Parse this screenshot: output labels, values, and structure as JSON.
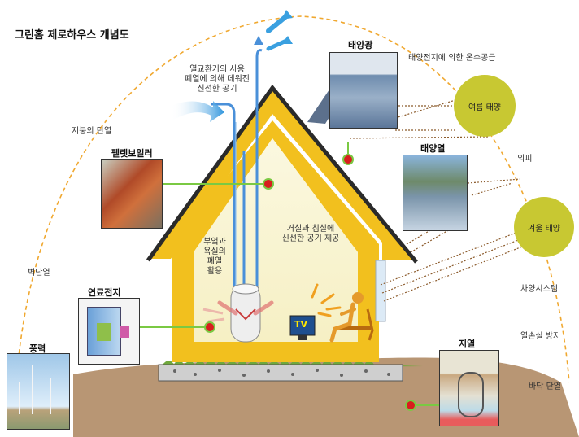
{
  "title": "그린홈 제로하우스 개념도",
  "labels": {
    "solar_pv": "태양광",
    "solar_pv_note": "태양전지에 의한 온수공급",
    "summer_sun": "여름 태양",
    "winter_sun": "겨울 태양",
    "outer_wall": "외피",
    "solar_thermal": "태양열",
    "pellet_boiler": "펠렛보일러",
    "roof_insulation": "지붕의 단열",
    "wall_insulation": "벽단열",
    "fuel_cell": "연료전지",
    "wind": "풍력",
    "geothermal": "지열",
    "shading": "차양시스템",
    "heat_loss": "열손실 방지",
    "floor_insulation": "바닥 단열",
    "exhaust_line1": "열교환기의 사용",
    "exhaust_line2": "폐열에 의해 데워진",
    "exhaust_line3": "신선한 공기",
    "living_line1": "거실과 침실에",
    "living_line2": "신선한 공기 제공",
    "kitchen_line1": "부엌과",
    "kitchen_line2": "욕실의",
    "kitchen_line3": "폐열",
    "kitchen_line4": "활용",
    "tv": "TV"
  },
  "colors": {
    "house_frame": "#f2c01e",
    "roof_edge": "#2a2a2a",
    "sun": "#c8c832",
    "arc": "#f0a830",
    "ground": "#b89674",
    "connector": "#7ac943",
    "dot": "#d81e1e",
    "air_blue": "#3aa0e0"
  }
}
